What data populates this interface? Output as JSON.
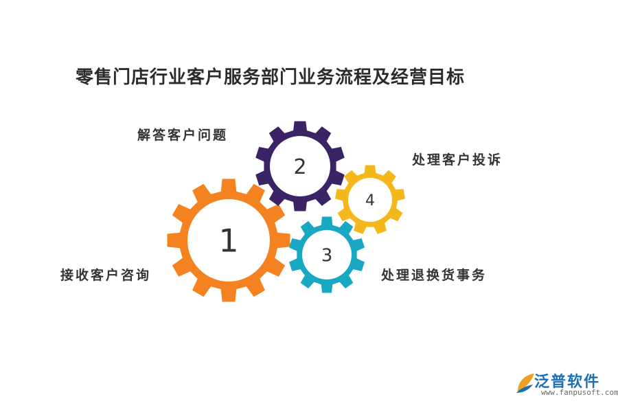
{
  "title": "零售门店行业客户服务部门业务流程及经营目标",
  "gears": [
    {
      "number": "1",
      "label": "接收客户咨询",
      "color": "#f58220"
    },
    {
      "number": "2",
      "label": "解答客户问题",
      "color": "#3b2465"
    },
    {
      "number": "3",
      "label": "处理退换货事务",
      "color": "#19a8c3"
    },
    {
      "number": "4",
      "label": "处理客户投诉",
      "color": "#f4b81c"
    }
  ],
  "logo": {
    "brand": "泛普软件",
    "url": "www.fanpusoft.com",
    "color": "#1b6fb7",
    "icon": "fan-leaf-icon"
  }
}
